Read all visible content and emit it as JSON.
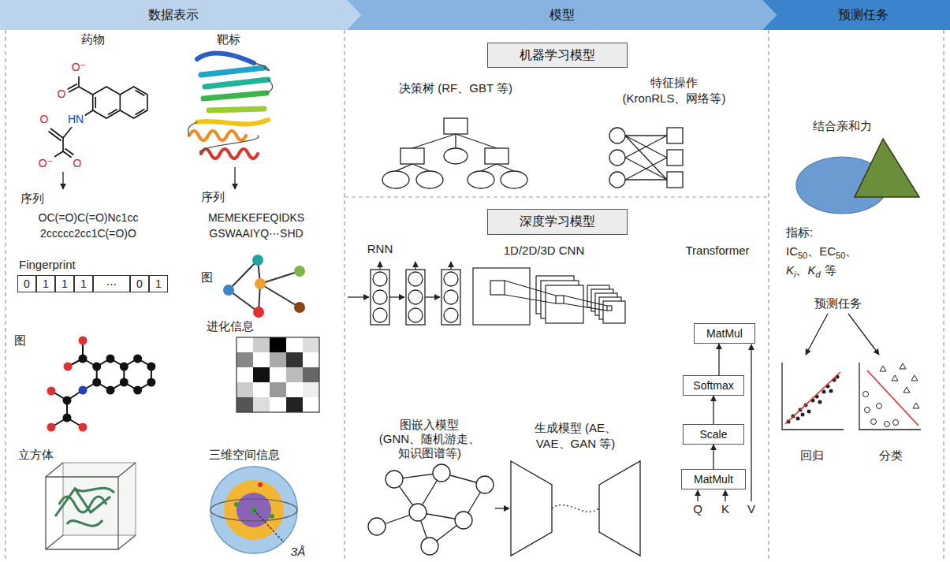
{
  "diagram": {
    "nodes": [
      {
        "text": [
          "数据表示"
        ]
      },
      {
        "text": [
          "模型"
        ]
      },
      {
        "text": [
          "预测任务"
        ]
      },
      {
        "text": [
          "机器学习模型"
        ]
      },
      {
        "text": [
          "深度学习模型"
        ]
      },
      {
        "text": [
          "MatMul"
        ]
      },
      {
        "text": [
          "Softmax"
        ]
      },
      {
        "text": [
          "Scale"
        ]
      },
      {
        "text": [
          "MatMult"
        ]
      }
    ],
    "edges": [
      {
        "from": 8,
        "to": 7,
        "arrow": "to"
      },
      {
        "from": 7,
        "to": 6,
        "arrow": "to"
      },
      {
        "from": 6,
        "to": 5,
        "arrow": "to"
      }
    ],
    "labels": [
      "药物",
      "靶标",
      "O⁻",
      "O",
      "HN",
      "O",
      "O⁻",
      "O",
      "序列",
      "OC(=O)C(=O)Nc1cc 2ccccc2cc1C(=O)O",
      "序列",
      "MEMEKEFEQIDKS GSWAAIYQ⋯SHD",
      "Fingerprint",
      "0",
      "1",
      "1",
      "1",
      "⋯",
      "0",
      "1",
      "图",
      "进化信息",
      "图",
      "立方体",
      "三维空间信息",
      "3Å",
      "决策树 (RF、GBT 等)",
      "特征操作 (KronRLS、网络等)",
      "RNN",
      "1D/2D/3D CNN",
      "Transformer",
      "Q",
      "K",
      "V",
      "图嵌入模型 (GNN、随机游走、 知识图谱等)",
      "生成模型 (AE、 VAE、GAN 等)",
      "结合亲和力",
      "指标:",
      "IC",
      "50",
      "、EC",
      "50",
      "、",
      "K",
      "i",
      "、",
      "K",
      "d",
      "等",
      "预测任务",
      "回归",
      "分类"
    ]
  }
}
